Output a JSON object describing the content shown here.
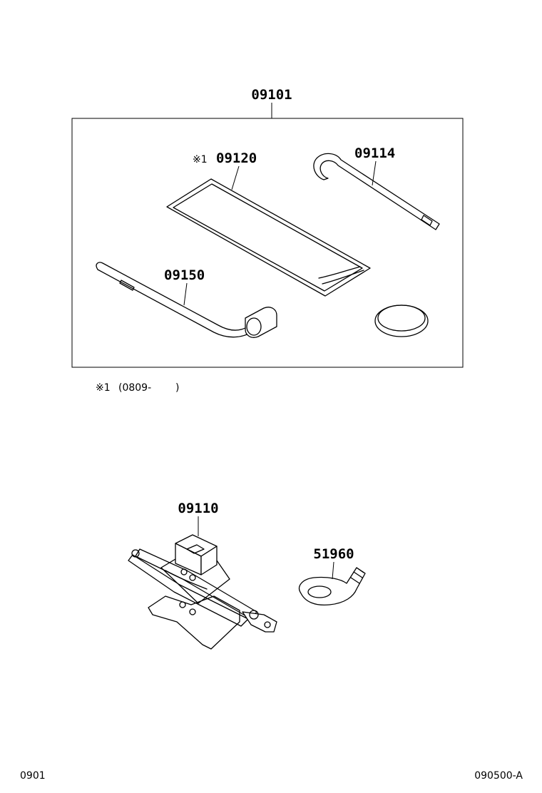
{
  "assembly": {
    "part_number": "09101"
  },
  "parts": {
    "bag": {
      "marker": "※1",
      "part_number": "09120"
    },
    "hook": {
      "part_number": "09114"
    },
    "handle": {
      "part_number": "09150"
    },
    "jack": {
      "part_number": "09110"
    },
    "eyebolt": {
      "part_number": "51960"
    }
  },
  "footnote": {
    "marker": "※1",
    "range": "(0809-",
    "close": ")"
  },
  "footer": {
    "left_code": "0901",
    "right_code": "090500-A"
  }
}
